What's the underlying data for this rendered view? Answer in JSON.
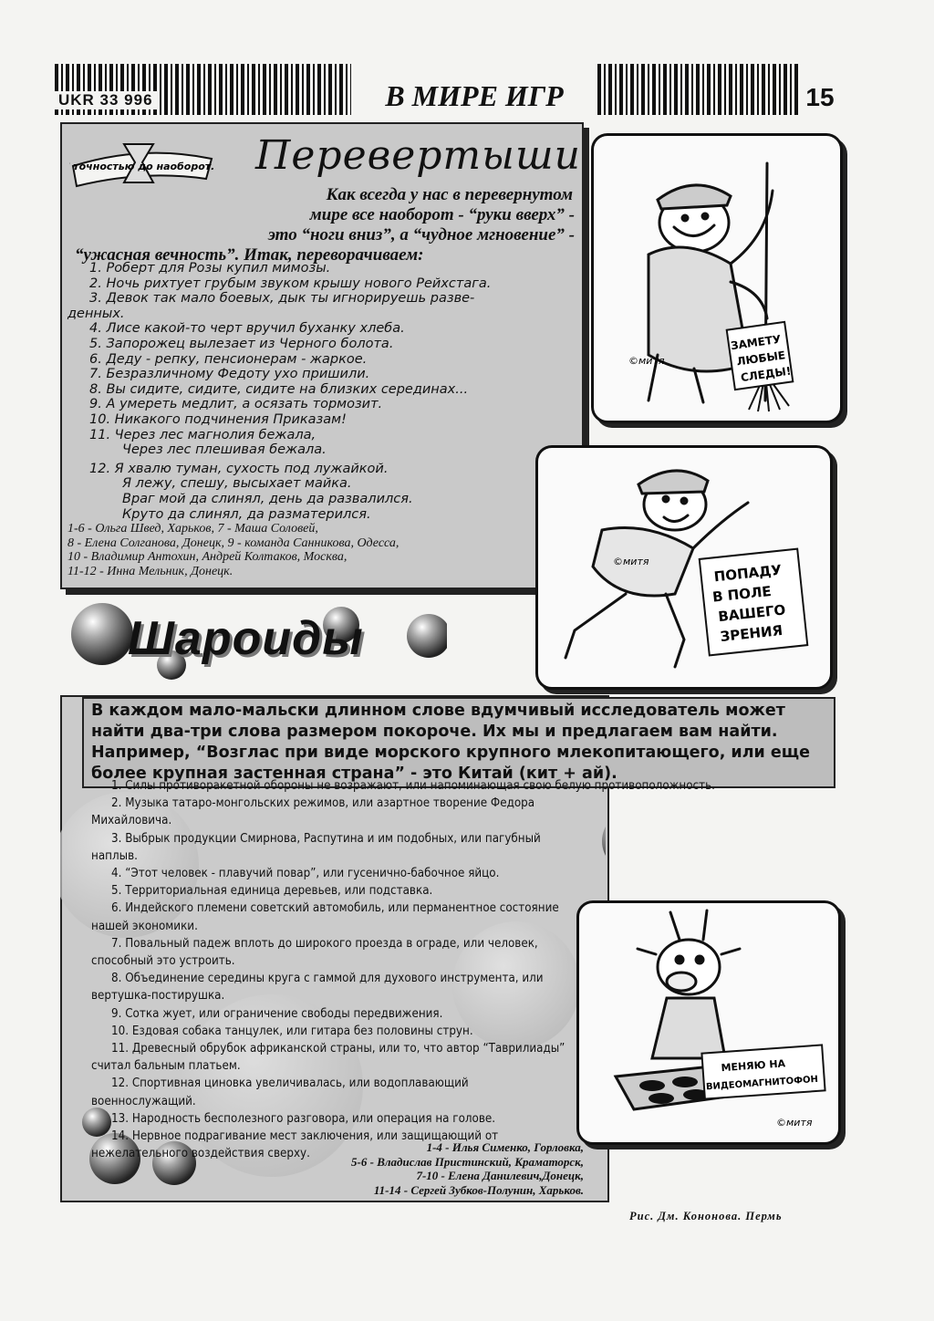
{
  "header": {
    "code": "UKR 33 996",
    "title": "В МИРЕ ИГР",
    "page": "15"
  },
  "perevertyshi": {
    "stamp_text": "С точностью до наоборот...",
    "title": "Перевертыши",
    "intro": [
      "Как всегда у нас в перевернутом",
      "мире все наоборот - “руки вверх” -",
      "это “ноги вниз”, а “чудное мгновение” -",
      "“ужасная вечность”. Итак, переворачиваем:"
    ],
    "items": [
      "1. Роберт для Розы купил мимозы.",
      "2. Ночь рихтует грубым звуком крышу нового Рейхстага.",
      "3. Девок так мало боевых, дык ты игнорируешь разве-",
      "денных.",
      "4. Лисе какой-то черт вручил буханку хлеба.",
      "5. Запорожец вылезает из Черного болота.",
      "6. Деду - репку, пенсионерам - жаркое.",
      "7. Безразличному Федоту ухо пришили.",
      "8. Вы сидите, сидите, сидите на близких серединах...",
      "9. А умереть медлит, а осязать тормозит.",
      "10. Никакого подчинения Приказам!",
      "11. Через лес магнолия бежала,",
      "Через лес плешивая бежала.",
      "12. Я хвалю туман, сухость под лужайкой.",
      "Я лежу, спешу, высыхает майка.",
      "Враг мой да слинял, день да развалился.",
      "Круто да слинял, да разматерился."
    ],
    "credits": [
      "1-6 - Ольга Швед, Харьков, 7 - Маша Соловей,",
      "8 - Елена Солганова, Донецк, 9 - команда Санникова, Одесса,",
      "10 - Владимир Антохин, Андрей Колтаков, Москва,",
      "11-12 - Инна Мельник, Донецк."
    ]
  },
  "cartoons": {
    "c1_sign": [
      "ЗАМЕТУ",
      "ЛЮБЫЕ",
      "СЛЕДЫ!"
    ],
    "c1_signature": "©митя",
    "c2_sign": [
      "ПОПАДУ",
      "В ПОЛЕ",
      "ВАШЕГО",
      "ЗРЕНИЯ"
    ],
    "c2_signature": "©митя",
    "c3_sign": [
      "МЕНЯЮ НА",
      "ВИДЕОМАГНИТОФОН"
    ],
    "c3_signature": "©митя"
  },
  "sharoidy": {
    "title": "Шароиды",
    "intro": "В каждом мало-мальски длинном слове вдумчивый исследователь может найти два-три слова размером покороче. Их мы и предлагаем вам найти. Например, “Возглас при виде морского крупного млекопитающего, или еще более крупная застенная страна” - это Китай (кит + ай).",
    "items": [
      "1. Силы противоракетной обороны не возражают, или напоминающая свою белую противоположность.",
      "2. Музыка татаро-монгольских режимов, или азартное творение Федора Михайловича.",
      "3. Выбрык продукции Смирнова, Распутина и им подобных, или пагубный наплыв.",
      "4. “Этот человек - плавучий повар”, или гусенично-бабочное яйцо.",
      "5. Территориальная единица деревьев, или подставка.",
      "6. Индейского племени советский автомобиль, или перманентное состояние нашей экономики.",
      "7. Повальный падеж вплоть до широкого проезда в ограде, или человек, способный это устроить.",
      "8. Объединение середины круга с гаммой для духового инструмента, или вертушка-постирушка.",
      "9. Сотка жует, или ограничение свободы передвижения.",
      "10. Ездовая собака танцулек, или гитара без половины струн.",
      "11. Древесный обрубок африканской страны, или то, что автор “Таврилиады” считал бальным платьем.",
      "12. Спортивная циновка увеличивалась, или водоплавающий военнослужащий.",
      "13. Народность бесполезного разговора, или операция на голове.",
      "14. Нервное подрагивание мест заключения, или защищающий от нежелательного воздействия сверху."
    ],
    "credits": [
      "1-4 - Илья Сименко, Горловка,",
      "5-6 - Владислав Пристинский, Краматорск,",
      "7-10 - Елена Данилевич,Донецк,",
      "11-14 - Сергей Зубков-Полунин, Харьков."
    ]
  },
  "caption": "Рис. Дм. Кононова. Пермь"
}
